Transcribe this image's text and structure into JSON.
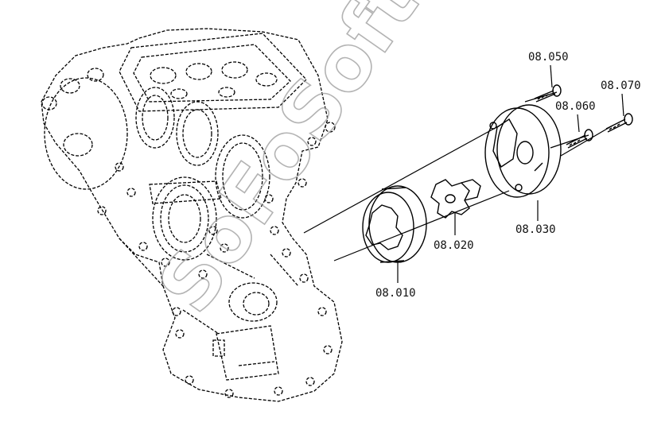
{
  "diagram": {
    "watermark": "SoFoSoft",
    "callouts": [
      {
        "id": "p010",
        "label": "08.010"
      },
      {
        "id": "p020",
        "label": "08.020"
      },
      {
        "id": "p030",
        "label": "08.030"
      },
      {
        "id": "p050",
        "label": "08.050"
      },
      {
        "id": "p060",
        "label": "08.060"
      },
      {
        "id": "p070",
        "label": "08.070"
      }
    ]
  }
}
